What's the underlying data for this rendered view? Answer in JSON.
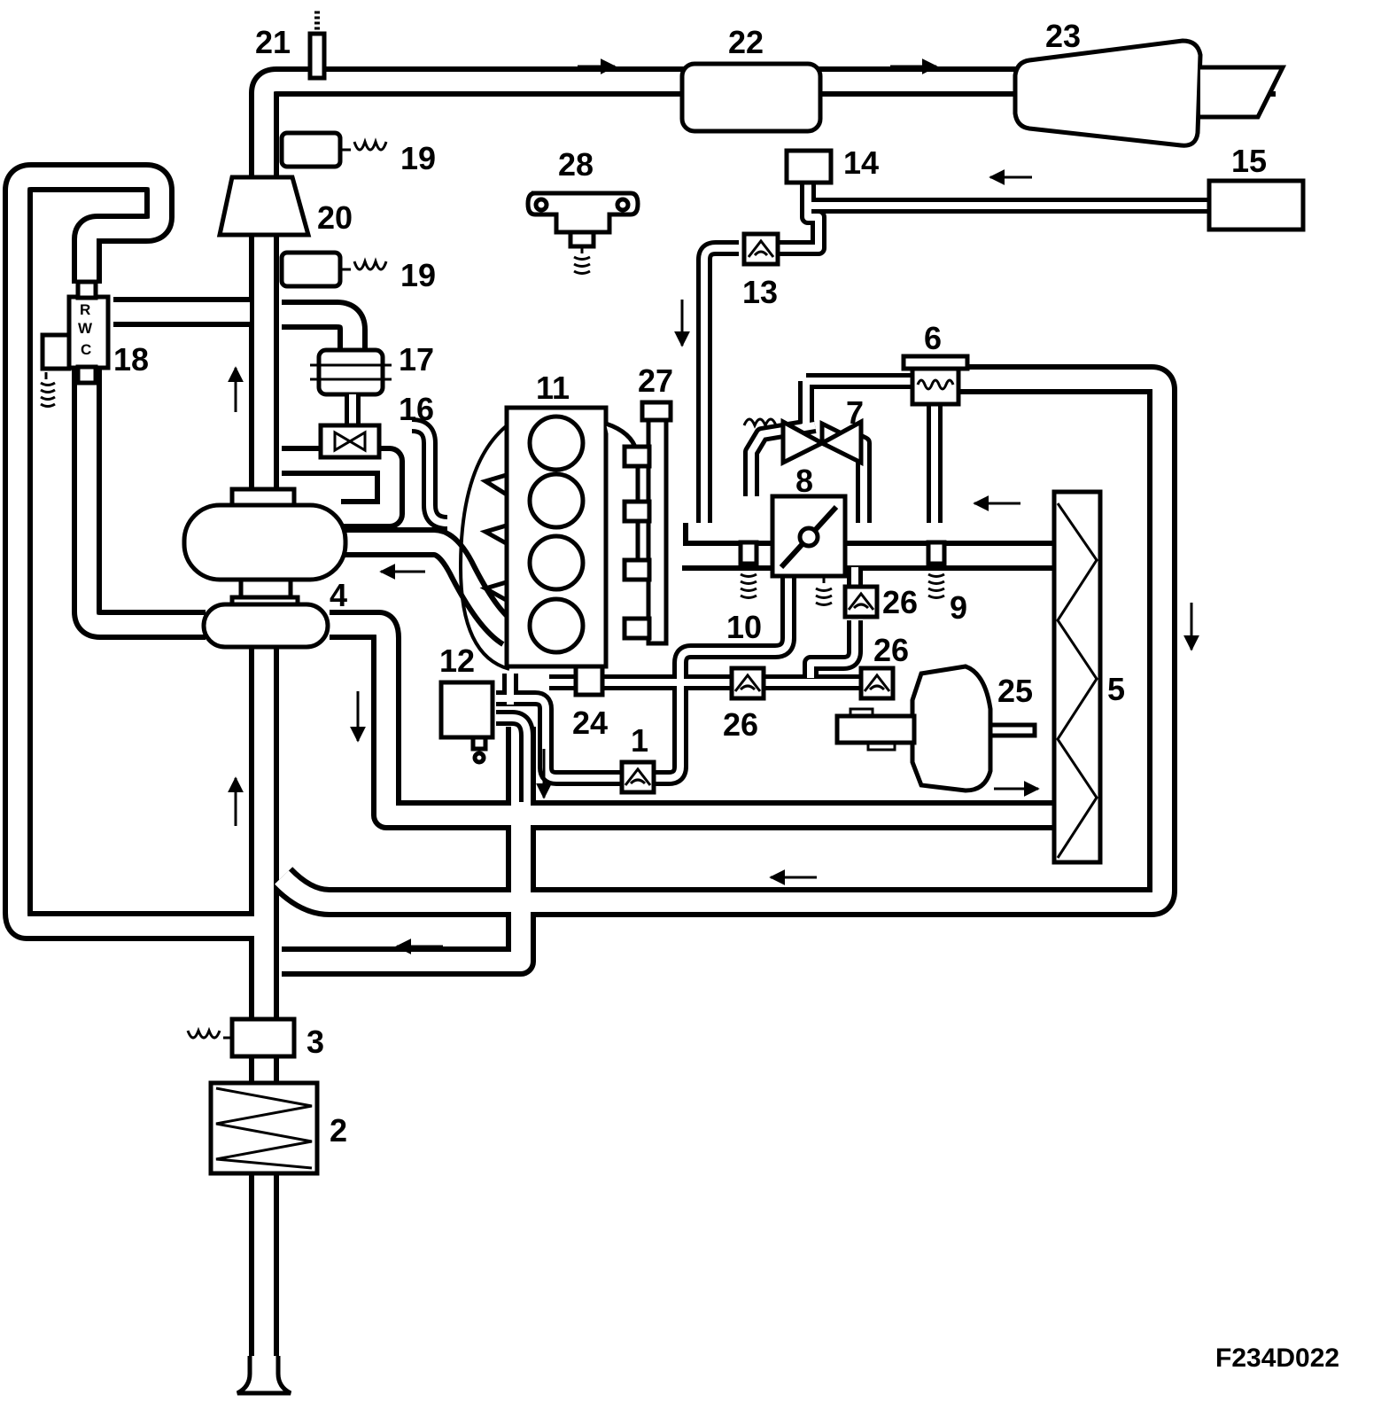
{
  "callouts": {
    "c1": "1",
    "c2": "2",
    "c3": "3",
    "c4": "4",
    "c5": "5",
    "c6": "6",
    "c7": "7",
    "c8": "8",
    "c9": "9",
    "c10": "10",
    "c11": "11",
    "c12": "12",
    "c13": "13",
    "c14": "14",
    "c15": "15",
    "c16": "16",
    "c17": "17",
    "c18": "18",
    "c19a": "19",
    "c19b": "19",
    "c20": "20",
    "c21": "21",
    "c22": "22",
    "c23": "23",
    "c24": "24",
    "c25": "25",
    "c26a": "26",
    "c26b": "26",
    "c26c": "26",
    "c27": "27",
    "c28": "28"
  },
  "valve18_letters": {
    "r": "R",
    "w": "W",
    "c": "C"
  },
  "figure_code": "F234D022"
}
